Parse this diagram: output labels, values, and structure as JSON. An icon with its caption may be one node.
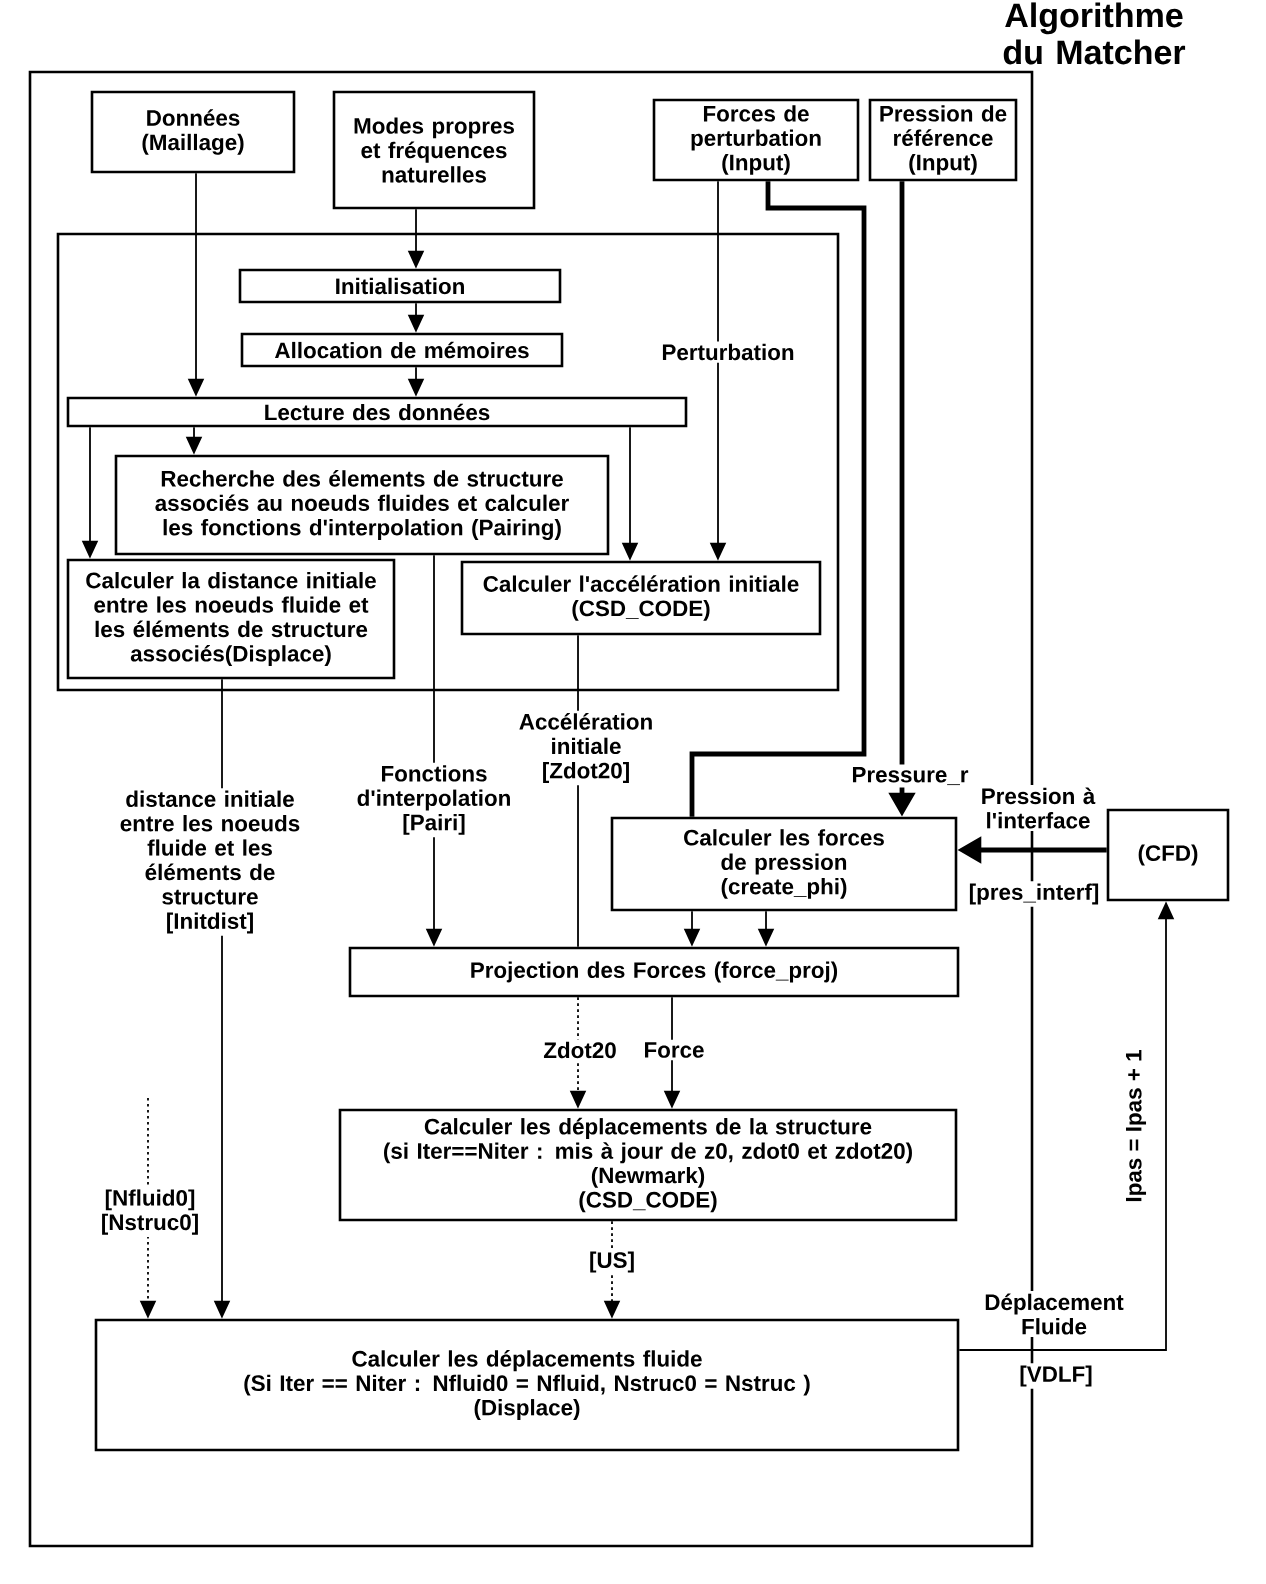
{
  "diagram": {
    "title": "Algorithme du Matcher",
    "nodes": [
      {
        "text": [],
        "shape": "box"
      },
      {
        "text": [
          "Données",
          "(Maillage)"
        ],
        "in": 0
      },
      {
        "text": [
          "Modes propres et fréquences naturelles"
        ],
        "in": 0
      },
      {
        "text": [
          "Forces de perturbation",
          "(Input)"
        ],
        "in": 0
      },
      {
        "text": [
          "Pression de référence",
          "(Input)"
        ],
        "in": 0
      },
      {
        "text": [],
        "shape": "box",
        "in": 0
      },
      {
        "text": [
          "Initialisation"
        ],
        "in": 5
      },
      {
        "text": [
          "Allocation de mémoires"
        ],
        "in": 5
      },
      {
        "text": [
          "Lecture des données"
        ],
        "in": 5
      },
      {
        "text": [
          "Recherche des élements de structure associés au noeuds fluides et calculer les fonctions d'interpolation (Pairing)"
        ],
        "in": 5
      },
      {
        "text": [
          "Calculer la distance initiale entre les noeuds fluide et les éléments de structure associés(Displace)"
        ],
        "in": 5
      },
      {
        "text": [
          "Calculer l'accélération initiale",
          "(CSD_CODE)"
        ],
        "in": 5
      },
      {
        "text": [
          "Calculer les forces de pression",
          "(create_phi)"
        ],
        "in": 0
      },
      {
        "text": [
          "(CFD)"
        ]
      },
      {
        "text": [
          "Projection des Forces (force_proj)"
        ],
        "in": 0
      },
      {
        "text": [
          "Calculer les déplacements de la structure",
          "(si Iter==Niter : mis à jour de z0, zdot0 et zdot20)",
          "(Newmark)",
          "(CSD_CODE)"
        ],
        "in": 0
      },
      {
        "text": [
          "Calculer les déplacements fluide",
          "(Si Iter == Niter : Nfluid0 = Nfluid, Nstruc0 = Nstruc )",
          "(Displace)"
        ],
        "in": 0
      }
    ],
    "edges": [
      {
        "from": 1,
        "to": 8,
        "arrow": "to"
      },
      {
        "from": 2,
        "to": 6,
        "arrow": "to"
      },
      {
        "from": 6,
        "to": 7,
        "arrow": "to"
      },
      {
        "from": 7,
        "to": 8,
        "arrow": "to"
      },
      {
        "from": 8,
        "to": 9,
        "arrow": "to"
      },
      {
        "from": 8,
        "to": 10,
        "arrow": "to"
      },
      {
        "from": 8,
        "to": 11,
        "arrow": "to"
      },
      {
        "from": 3,
        "to": 11,
        "arrow": "to",
        "label": "Perturbation"
      },
      {
        "from": 3,
        "to": 12,
        "arrow": "none",
        "style": "thick"
      },
      {
        "from": 4,
        "to": 12,
        "arrow": "to",
        "label": "Pressure_r",
        "style": "thick"
      },
      {
        "from": 13,
        "to": 12,
        "arrow": "to",
        "label": "Pression à l'interface",
        "style": "thick"
      },
      {
        "from": 9,
        "to": 14,
        "arrow": "to",
        "label": "Fonctions d'interpolation [Pairi]"
      },
      {
        "from": 10,
        "to": 16,
        "arrow": "to",
        "label": "distance initiale entre les noeuds fluide et les éléments de structure [Initdist]"
      },
      {
        "from": 11,
        "to": 14,
        "arrow": "none",
        "label": "Accélération initiale [Zdot20]"
      },
      {
        "from": 12,
        "to": 14,
        "arrow": "to"
      },
      {
        "from": 12,
        "to": 14,
        "arrow": "to"
      },
      {
        "from": 14,
        "to": 15,
        "arrow": "to",
        "label": "Zdot20",
        "style": "dashed"
      },
      {
        "from": 14,
        "to": 15,
        "arrow": "to",
        "label": "Force"
      },
      {
        "from": 15,
        "to": 16,
        "arrow": "to",
        "label": "[US]",
        "style": "dashed"
      },
      {
        "from": null,
        "to": 16,
        "arrow": "to",
        "label": "[Nfluid0] [Nstruc0]",
        "style": "dashed"
      },
      {
        "from": 16,
        "to": 13,
        "arrow": "to",
        "label": "Déplacement Fluide"
      }
    ],
    "labels": [
      "[pres_interf]",
      "Ipas = Ipas + 1",
      "[VDLF]"
    ]
  }
}
